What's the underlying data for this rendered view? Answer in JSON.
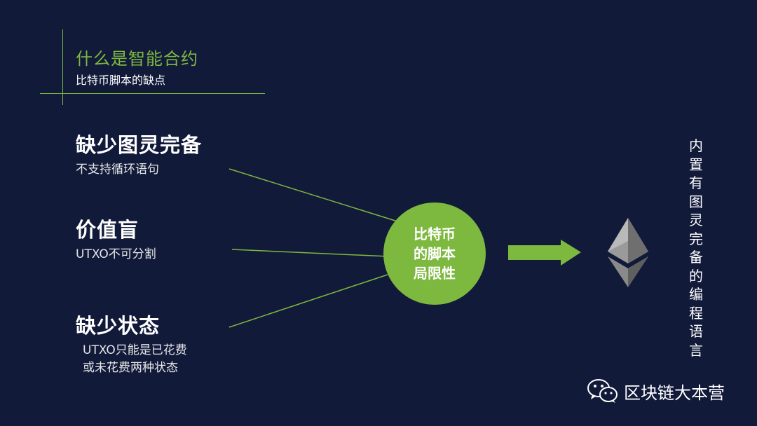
{
  "header": {
    "title": "什么是智能合约",
    "subtitle": "比特币脚本的缺点"
  },
  "items": [
    {
      "title": "缺少图灵完备",
      "desc": [
        "不支持循环语句"
      ]
    },
    {
      "title": "价值盲",
      "desc": [
        "UTXO不可分割"
      ]
    },
    {
      "title": "缺少状态",
      "desc": [
        "UTXO只能是已花费",
        "或未花费两种状态"
      ]
    }
  ],
  "center": {
    "lines": [
      "比特币",
      "的脚本",
      "局限性"
    ]
  },
  "right_text": "内置有图灵完备的编程语言",
  "watermark": {
    "text": "区块链大本营"
  },
  "colors": {
    "background": "#121a3a",
    "accent": "#7db83f"
  }
}
